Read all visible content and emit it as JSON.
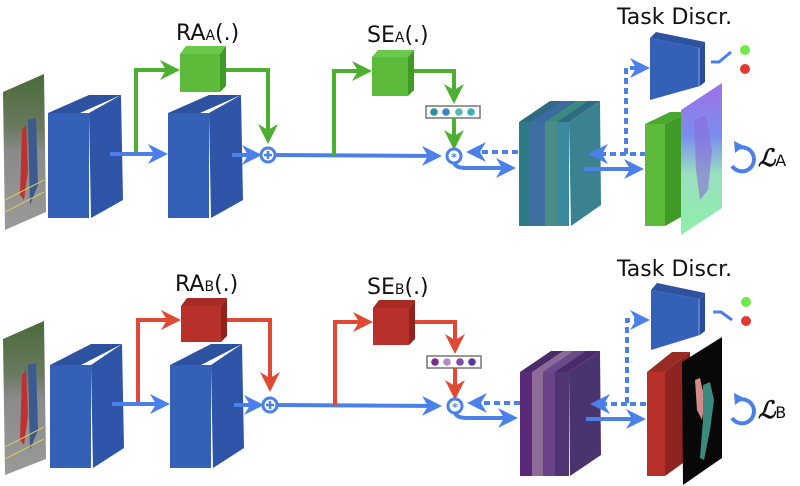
{
  "diagram": {
    "title": "Multi-task network with task-specific residual adapters and squeeze-excitation modules",
    "colors": {
      "encoder_blue": "#3560b8",
      "encoder_blue_top": "#2d52a0",
      "encoder_blue_side": "#2e55a8",
      "flow_blue": "#4a80e8",
      "task_a_green": "#5cbb3a",
      "task_a_green_dark": "#3f9a26",
      "task_b_red": "#b8302a",
      "task_b_red_dark": "#8e2420",
      "arrow_green": "#4caf30",
      "arrow_red": "#e04a35",
      "dot_green": "#6ee84a",
      "dot_red": "#e23a30",
      "feature_a_teal": "#3a8490",
      "feature_b_purple": "#4e3472"
    },
    "branches": [
      {
        "id": "A",
        "ra_label": "RA",
        "ra_sub": "A",
        "ra_args": "(.)",
        "se_label": "SE",
        "se_sub": "A",
        "se_args": "(.)",
        "discriminator_label": "Task Discr.",
        "loss_symbol": "ℒ",
        "loss_sub": "A",
        "input_image": "motorcycle-rider-photo",
        "output_image": "surface-normals-map",
        "attention_dots": [
          "#2a8fa0",
          "#3e82c8",
          "#5ab8b0",
          "#3aaec8"
        ],
        "module_color": "#5cbb3a",
        "discriminator_output": "real"
      },
      {
        "id": "B",
        "ra_label": "RA",
        "ra_sub": "B",
        "ra_args": "(.)",
        "se_label": "SE",
        "se_sub": "B",
        "se_args": "(.)",
        "discriminator_label": "Task Discr.",
        "loss_symbol": "ℒ",
        "loss_sub": "B",
        "input_image": "motorcycle-rider-photo",
        "output_image": "human-parts-segmentation-map",
        "attention_dots": [
          "#7a2a90",
          "#b48ac8",
          "#7a4aa8",
          "#5a3a98"
        ],
        "module_color": "#b8302a",
        "discriminator_output": "fake"
      }
    ],
    "operators": {
      "add": "⊕",
      "multiply": "⊛"
    }
  }
}
